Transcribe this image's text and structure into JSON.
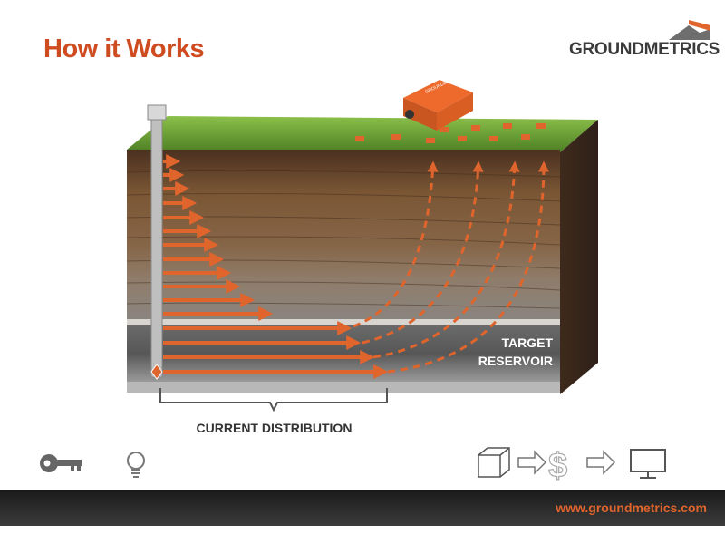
{
  "slide": {
    "title": "How it Works"
  },
  "logo": {
    "text": "GROUNDMETRICS"
  },
  "diagram": {
    "target_label_line1": "TARGET",
    "target_label_line2": "RESERVOIR",
    "current_label": "CURRENT DISTRIBUTION",
    "sensor_label": "GROUNDMETRICS"
  },
  "icons": {
    "key": "key-icon",
    "bulb": "lightbulb-icon",
    "cube": "cube-icon",
    "arrow1": "arrow-right-icon",
    "dollar": "dollar-icon",
    "arrow2": "arrow-right-icon",
    "monitor": "monitor-icon"
  },
  "footer": {
    "url": "www.groundmetrics.com"
  },
  "colors": {
    "accent": "#e0652d",
    "title": "#cf4b20",
    "soil": "#6b4a2b",
    "grass": "#5f9a2e"
  }
}
